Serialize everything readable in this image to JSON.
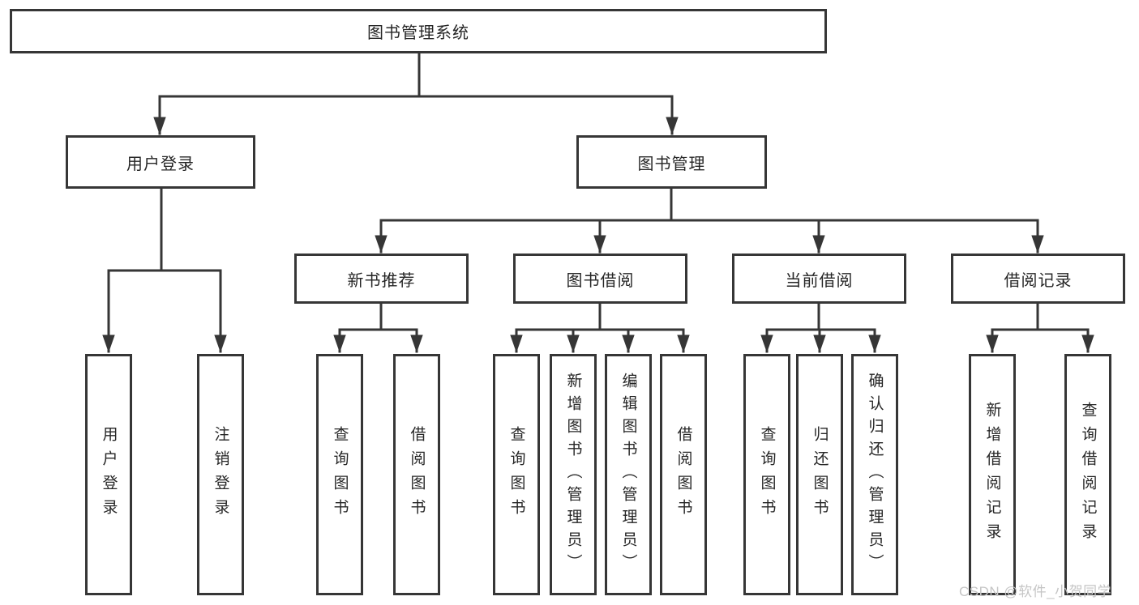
{
  "nodes": {
    "root": "图书管理系统",
    "user_login": "用户登录",
    "book_mgmt": "图书管理",
    "new_book_rec": "新书推荐",
    "book_borrow": "图书借阅",
    "current_borrow": "当前借阅",
    "borrow_records": "借阅记录",
    "leaf_user_login": "用户登录",
    "leaf_logout": "注销登录",
    "leaf_rec_query": "查询图书",
    "leaf_rec_borrow": "借阅图书",
    "leaf_bor_query": "查询图书",
    "leaf_bor_add": "新增图书（管理员）",
    "leaf_bor_edit": "编辑图书（管理员）",
    "leaf_bor_borrow": "借阅图书",
    "leaf_cur_query": "查询图书",
    "leaf_cur_return": "归还图书",
    "leaf_cur_confirm": "确认归还（管理员）",
    "leaf_hist_add": "新增借阅记录",
    "leaf_hist_query": "查询借阅记录"
  },
  "watermark": {
    "text": "CSDN @软件_小贺同学"
  },
  "colors": {
    "line": "#363636",
    "box_border": "#363636",
    "text": "#262626",
    "watermark_text": "#c5c5c5",
    "background": "#ffffff"
  }
}
